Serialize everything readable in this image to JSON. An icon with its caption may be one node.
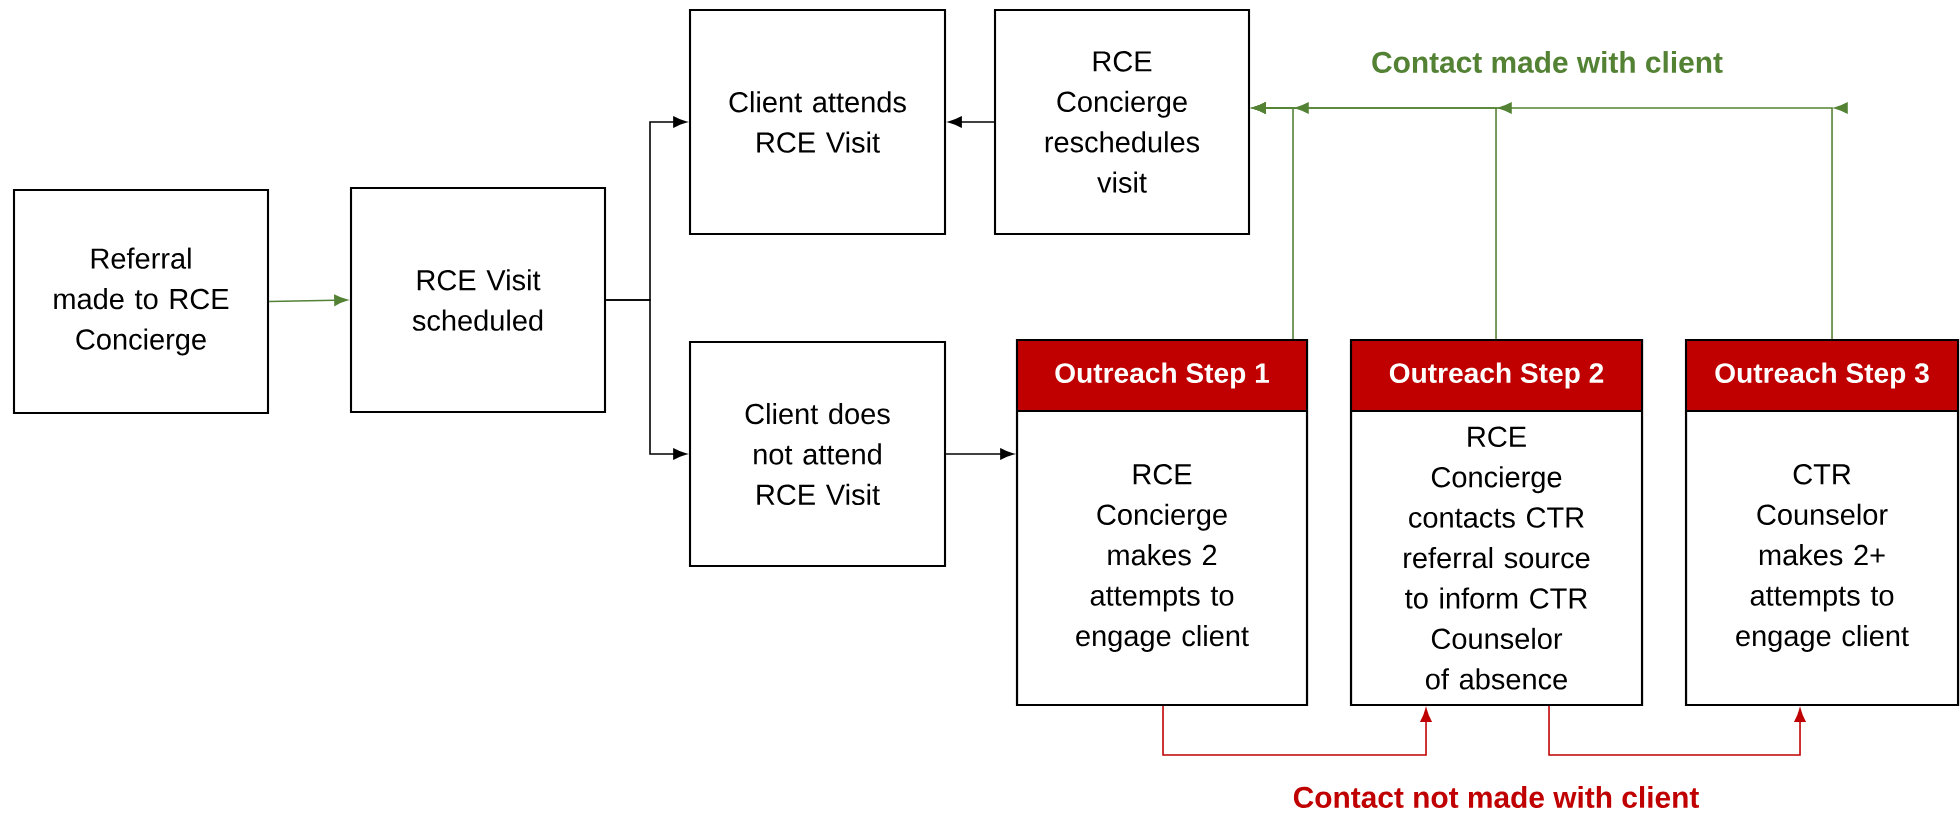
{
  "diagram": {
    "nodes": [
      {
        "text": [
          "Referral made to RCE Concierge"
        ]
      },
      {
        "text": [
          "RCE Visit scheduled"
        ]
      },
      {
        "text": [
          "Client attends RCE Visit"
        ]
      },
      {
        "text": [
          "RCE Concierge reschedules visit"
        ]
      },
      {
        "text": [
          "Client does not attend RCE Visit"
        ]
      },
      {
        "text": [
          "Outreach Step 1",
          "RCE Concierge makes 2 attempts to engage client"
        ]
      },
      {
        "text": [
          "Outreach Step 2",
          "RCE Concierge contacts CTR referral source to inform CTR Counselor of absence"
        ]
      },
      {
        "text": [
          "Outreach Step 3",
          "CTR Counselor makes 2+ attempts to engage client"
        ]
      }
    ],
    "edges": [
      {
        "from": 0,
        "to": 1,
        "arrow": "to",
        "color": "#548235"
      },
      {
        "from": 1,
        "to": 2,
        "arrow": "to",
        "color": "#000000"
      },
      {
        "from": 1,
        "to": 4,
        "arrow": "to",
        "color": "#000000"
      },
      {
        "from": 3,
        "to": 2,
        "arrow": "to",
        "color": "#000000"
      },
      {
        "from": 4,
        "to": 5,
        "arrow": "to",
        "color": "#000000"
      },
      {
        "from": 5,
        "to": 3,
        "arrow": "to",
        "color": "#548235"
      },
      {
        "from": 6,
        "to": 3,
        "arrow": "to",
        "color": "#548235"
      },
      {
        "from": 7,
        "to": 3,
        "arrow": "to",
        "color": "#548235"
      },
      {
        "from": 5,
        "to": 6,
        "arrow": "to",
        "color": "#c00000"
      },
      {
        "from": 6,
        "to": 7,
        "arrow": "to",
        "color": "#c00000"
      }
    ],
    "labels": [
      "Contact made with client",
      "Contact not made with client"
    ]
  }
}
